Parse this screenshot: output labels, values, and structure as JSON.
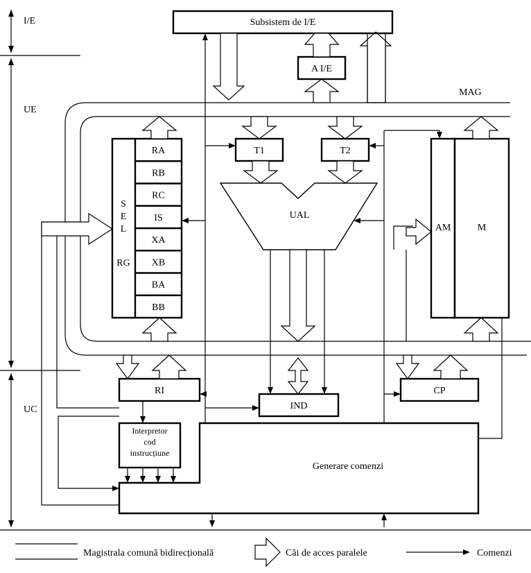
{
  "zones": {
    "ie": "I/E",
    "ue": "UE",
    "uc": "UC"
  },
  "blocks": {
    "subsystem": "Subsistem de I/E",
    "aie": "A I/E",
    "mag": "MAG",
    "t1": "T1",
    "t2": "T2",
    "ual": "UAL",
    "am": "AM",
    "m": "M",
    "ri": "RI",
    "ind": "IND",
    "cp": "CP",
    "gen": "Generare comenzi",
    "interp": [
      "Interpretor",
      "cod",
      "instrucțiune"
    ]
  },
  "registers": [
    "RA",
    "RB",
    "RC",
    "IS",
    "XA",
    "XB",
    "BA",
    "BB"
  ],
  "sel": [
    "S",
    "E",
    "L"
  ],
  "rg": "RG",
  "legend": {
    "bus": "Magistrala comună bidirecțională",
    "paths": "Căi de acces paralele",
    "commands": "Comenzi"
  }
}
